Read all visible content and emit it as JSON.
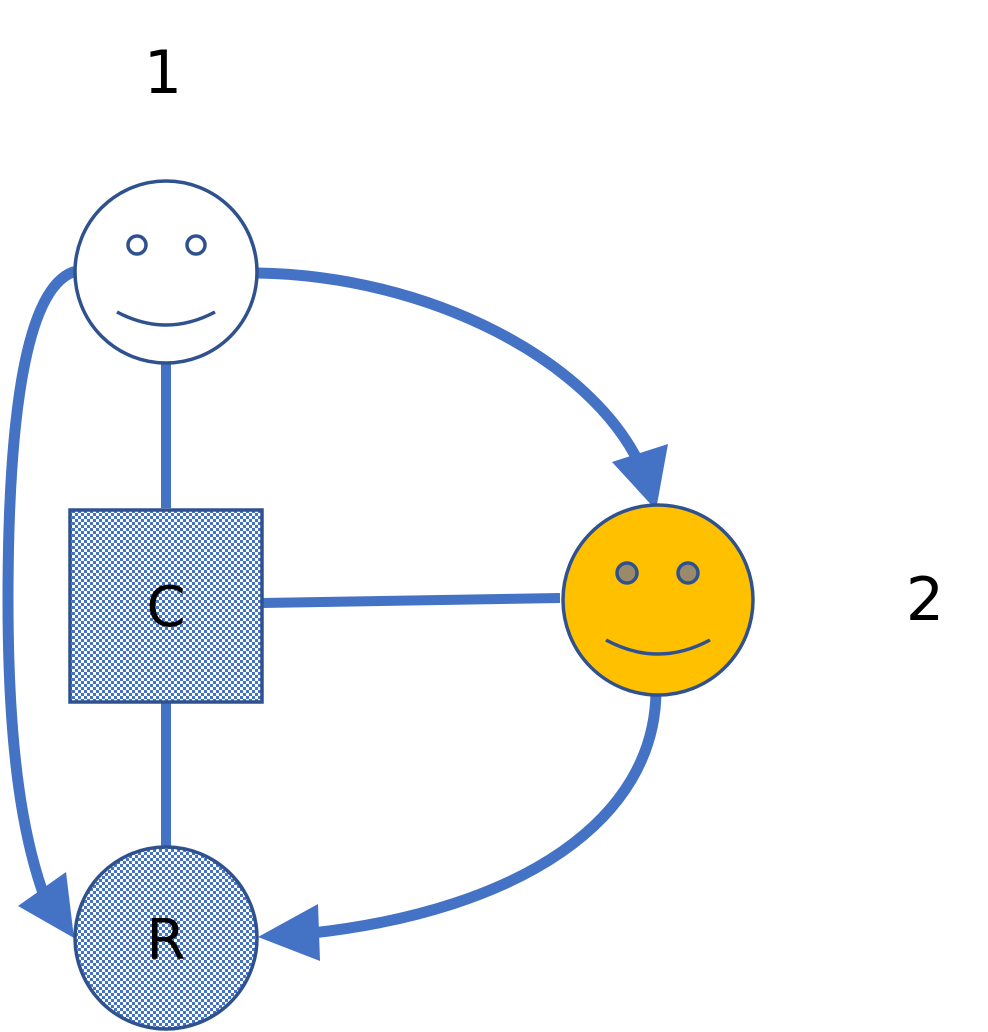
{
  "labels": {
    "agent_1": "1",
    "agent_2": "2",
    "node_c": "C",
    "node_r": "R"
  },
  "colors": {
    "edge": "#4472c4",
    "outline": "#2f528f",
    "agent_2_fill": "#ffc000",
    "agent_2_eye": "#9a8a6a",
    "pattern_dot": "#4472c4",
    "background": "#ffffff"
  },
  "icons": {
    "agent_1": "smiley-face-icon",
    "agent_2": "smiley-face-icon"
  },
  "edges": [
    {
      "from": "1",
      "to": "C",
      "directed": false
    },
    {
      "from": "C",
      "to": "2",
      "directed": false
    },
    {
      "from": "C",
      "to": "R",
      "directed": false
    },
    {
      "from": "1",
      "to": "2",
      "directed": true
    },
    {
      "from": "1",
      "to": "R",
      "directed": true
    },
    {
      "from": "2",
      "to": "R",
      "directed": true
    }
  ]
}
